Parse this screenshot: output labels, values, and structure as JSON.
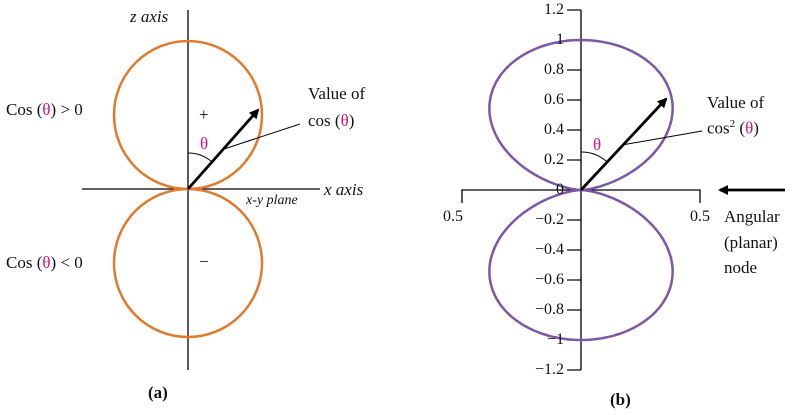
{
  "panel_a": {
    "z_axis_label": "z axis",
    "x_axis_label": "x axis",
    "plane_label": "x-y plane",
    "positive_label_prefix": "Cos (",
    "positive_label_theta": "θ",
    "positive_label_suffix": ") > 0",
    "negative_label_prefix": "Cos (",
    "negative_label_theta": "θ",
    "negative_label_suffix": ") < 0",
    "plus_sign": "+",
    "minus_sign": "−",
    "theta": "θ",
    "value_label_line1": "Value of",
    "value_label_line2_prefix": "cos (",
    "value_label_line2_theta": "θ",
    "value_label_line2_suffix": ")",
    "caption": "(a)",
    "lobe_color": "#e07b2e"
  },
  "panel_b": {
    "y_ticks": [
      "1.2",
      "1",
      "0.8",
      "0.6",
      "0.4",
      "0.2",
      "0",
      "−0.2",
      "−0.4",
      "−0.6",
      "−0.8",
      "−1",
      "−1.2"
    ],
    "x_tick_left": "0.5",
    "x_tick_right": "0.5",
    "theta": "θ",
    "value_label_line1": "Value of",
    "value_label_line2_prefix": "cos",
    "value_label_line2_sup": "2",
    "value_label_line2_mid": " (",
    "value_label_line2_theta": "θ",
    "value_label_line2_suffix": ")",
    "node_label_line1": "Angular",
    "node_label_line2": "(planar)",
    "node_label_line3": "node",
    "caption": "(b)",
    "lobe_color": "#7b58a6"
  }
}
